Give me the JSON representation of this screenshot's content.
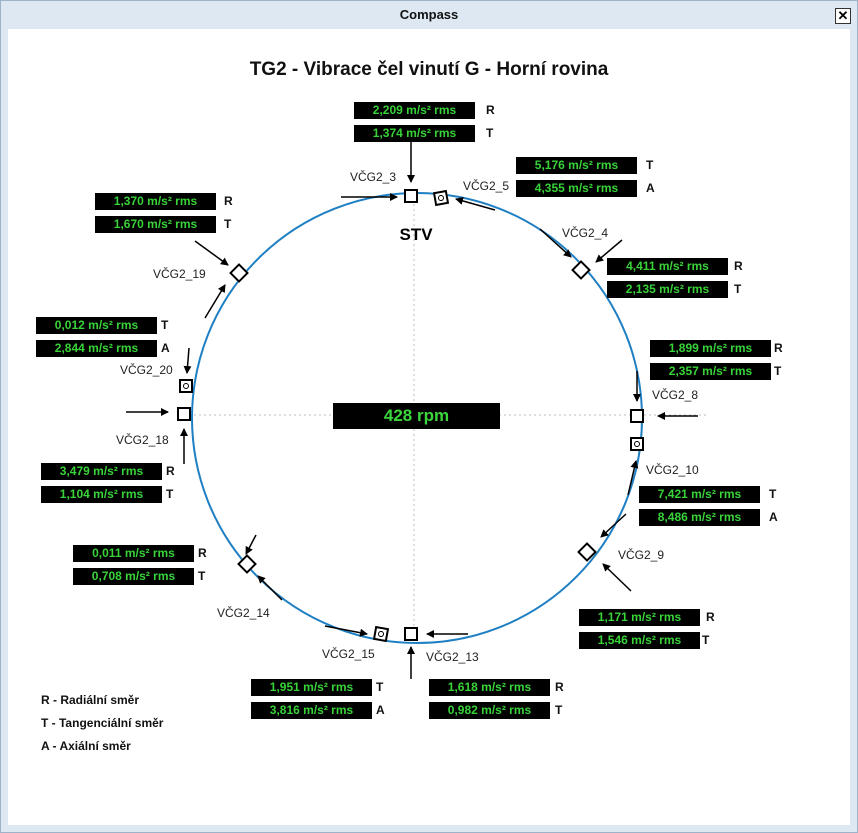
{
  "window": {
    "title": "Compass",
    "close_glyph": "✕"
  },
  "heading": "TG2 - Vibrace čel vinutí G - Horní rovina",
  "stv_label": "STV",
  "speed": "428 rpm",
  "colors": {
    "circle": "#1f7fc3",
    "value_text": "#38d338",
    "value_bg": "#000000"
  },
  "sensors": {
    "vcg2_3": {
      "label": "VČG2_3",
      "values": [
        {
          "text": "2,209 m/s² rms",
          "dir": "R"
        },
        {
          "text": "1,374 m/s² rms",
          "dir": "T"
        }
      ]
    },
    "vcg2_5": {
      "label": "VČG2_5",
      "values": [
        {
          "text": "5,176 m/s² rms",
          "dir": "T"
        },
        {
          "text": "4,355 m/s² rms",
          "dir": "A"
        }
      ]
    },
    "vcg2_4": {
      "label": "VČG2_4",
      "values": [
        {
          "text": "4,411 m/s² rms",
          "dir": "R"
        },
        {
          "text": "2,135 m/s² rms",
          "dir": "T"
        }
      ]
    },
    "vcg2_8": {
      "label": "VČG2_8",
      "values": [
        {
          "text": "1,899 m/s² rms",
          "dir": "R"
        },
        {
          "text": "2,357 m/s² rms",
          "dir": "T"
        }
      ]
    },
    "vcg2_10": {
      "label": "VČG2_10",
      "values": [
        {
          "text": "7,421 m/s² rms",
          "dir": "T"
        },
        {
          "text": "8,486 m/s² rms",
          "dir": "A"
        }
      ]
    },
    "vcg2_9": {
      "label": "VČG2_9",
      "values": [
        {
          "text": "1,171 m/s² rms",
          "dir": "R"
        },
        {
          "text": "1,546 m/s² rms",
          "dir": "T"
        }
      ]
    },
    "vcg2_13": {
      "label": "VČG2_13",
      "values": [
        {
          "text": "1,618 m/s² rms",
          "dir": "R"
        },
        {
          "text": "0,982 m/s² rms",
          "dir": "T"
        }
      ]
    },
    "vcg2_15": {
      "label": "VČG2_15",
      "values": [
        {
          "text": "1,951 m/s² rms",
          "dir": "T"
        },
        {
          "text": "3,816 m/s² rms",
          "dir": "A"
        }
      ]
    },
    "vcg2_14": {
      "label": "VČG2_14",
      "values": [
        {
          "text": "0,011 m/s² rms",
          "dir": "R"
        },
        {
          "text": "0,708 m/s² rms",
          "dir": "T"
        }
      ]
    },
    "vcg2_18": {
      "label": "VČG2_18",
      "values": [
        {
          "text": "3,479 m/s² rms",
          "dir": "R"
        },
        {
          "text": "1,104 m/s² rms",
          "dir": "T"
        }
      ]
    },
    "vcg2_20": {
      "label": "VČG2_20",
      "values": [
        {
          "text": "0,012 m/s² rms",
          "dir": "T"
        },
        {
          "text": "2,844 m/s² rms",
          "dir": "A"
        }
      ]
    },
    "vcg2_19": {
      "label": "VČG2_19",
      "values": [
        {
          "text": "1,370 m/s² rms",
          "dir": "R"
        },
        {
          "text": "1,670 m/s² rms",
          "dir": "T"
        }
      ]
    }
  },
  "legend": [
    "R - Radiální směr",
    "T - Tangenciální směr",
    "A - Axiální směr"
  ]
}
